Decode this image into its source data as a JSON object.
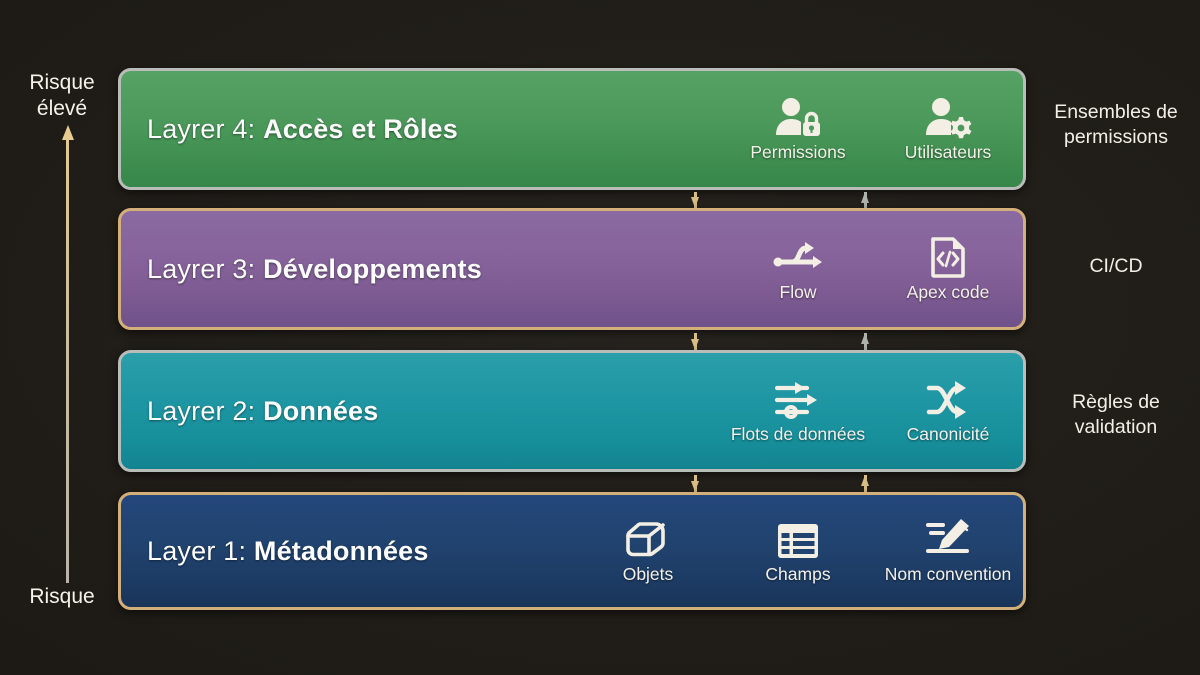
{
  "diagram": {
    "type": "layered-architecture",
    "background_color": "#221f1a",
    "risk_axis": {
      "top_label": "Risque élevé",
      "top_label_line1": "Risque",
      "top_label_line2": "élevé",
      "bottom_label": "Risque",
      "direction": "upward",
      "arrow_color": "#e7cd92"
    },
    "layers": [
      {
        "id": "layer4",
        "prefix": "Layrer 4: ",
        "name": "Accès et Rôles",
        "color": "#4e9a5d",
        "border_color": "#b9bcb8",
        "side_note": "Ensembles de permissions",
        "items": [
          {
            "icon": "user-lock-icon",
            "label": "Permissions"
          },
          {
            "icon": "user-gear-icon",
            "label": "Utilisateurs"
          }
        ]
      },
      {
        "id": "layer3",
        "prefix": "Layrer 3: ",
        "name": "Développements",
        "color": "#86639b",
        "border_color": "#d3b079",
        "side_note": "CI/CD",
        "items": [
          {
            "icon": "flow-branch-icon",
            "label": "Flow"
          },
          {
            "icon": "code-file-icon",
            "label": "Apex code"
          }
        ]
      },
      {
        "id": "layer2",
        "prefix": "Layrer 2: ",
        "name": "Données",
        "color": "#1f96a3",
        "border_color": "#b9bcb8",
        "side_note": "Règles de validation",
        "items": [
          {
            "icon": "data-flow-sliders-icon",
            "label": "Flots de données"
          },
          {
            "icon": "shuffle-icon",
            "label": "Canonicité"
          }
        ]
      },
      {
        "id": "layer1",
        "prefix": "Layer 1: ",
        "name": "Métadonnées",
        "color": "#21436f",
        "border_color": "#d3b079",
        "side_note": "",
        "items": [
          {
            "icon": "cube-icon",
            "label": "Objets"
          },
          {
            "icon": "table-grid-icon",
            "label": "Champs"
          },
          {
            "icon": "pencil-edit-icon",
            "label": "Nom convention"
          }
        ]
      }
    ],
    "side_notes": {
      "permissions": "Ensembles de permissions",
      "permissions_line1": "Ensembles de",
      "permissions_line2": "permissions",
      "cicd": "CI/CD",
      "validation": "Règles de validation",
      "validation_line1": "Règles de",
      "validation_line2": "validation"
    },
    "connectors": [
      {
        "gap": "layer4-layer3",
        "down_color": "#d9bd86",
        "up_color": "#b0b2ad"
      },
      {
        "gap": "layer3-layer2",
        "down_color": "#d9bd86",
        "up_color": "#b0b2ad"
      },
      {
        "gap": "layer2-layer1",
        "down_color": "#d9bd86",
        "up_color": "#d9bd86"
      }
    ]
  }
}
